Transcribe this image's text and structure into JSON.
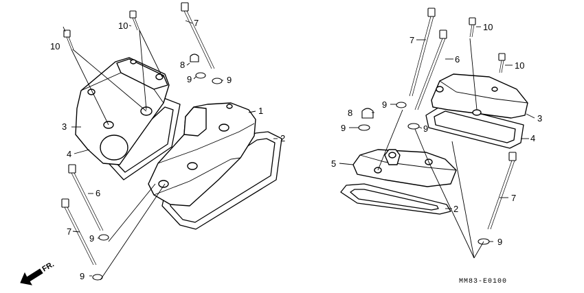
{
  "diagram": {
    "callouts": {
      "l_cover_left": "3",
      "l_gasket_left": "4",
      "l_cover_right": "1",
      "l_gasket_right": "2",
      "l_bolt6": "6",
      "l_bolt7_low": "7",
      "l_bolt7_top": "7",
      "l_bolt10_a": "10",
      "l_bolt10_b": "10",
      "l_nut8": "8",
      "l_wash9_a": "9",
      "l_wash9_b": "9",
      "l_wash9_c": "9",
      "l_wash9_d": "9",
      "r_cover_top": "3",
      "r_gasket_top": "4",
      "r_cover_front": "5",
      "r_gasket_front": "2",
      "r_bolt7_long": "7",
      "r_bolt6": "6",
      "r_bolt10_a": "10",
      "r_bolt10_b": "10",
      "r_nut8": "8",
      "r_wash9_a": "9",
      "r_wash9_b": "9",
      "r_wash9_c": "9",
      "r_bolt7_low": "7",
      "r_wash9_low": "9"
    },
    "direction_label": "FR.",
    "drawing_code": "MM83-E0100"
  }
}
